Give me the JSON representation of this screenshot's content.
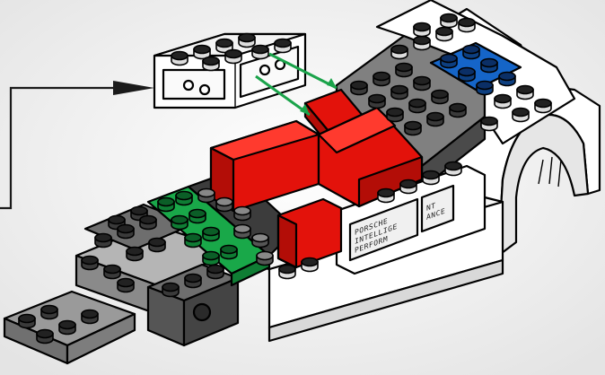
{
  "instruction": {
    "arrow_color": "#1a1a1a",
    "placement_guide_color": "#1aa34a"
  },
  "print_tile": {
    "line1": "PORSCHE",
    "line2": "INTELLIGE",
    "line3": "PERFORM",
    "line4a": "NT",
    "line4b": "ANCE"
  },
  "colors": {
    "red": "#e3120b",
    "red_dark": "#a80b06",
    "dark_grey": "#6e6e6e",
    "light_grey": "#b5b5b5",
    "white": "#ffffff",
    "blue": "#1565c8",
    "green": "#19a849"
  }
}
